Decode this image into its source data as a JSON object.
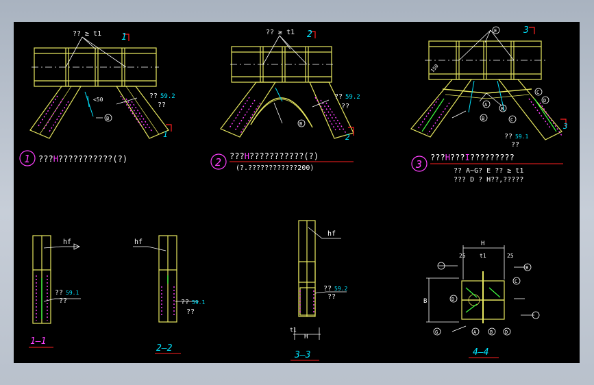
{
  "colors": {
    "background": "#000000",
    "frame": "#b8c0cb",
    "steel": "#e8e860",
    "cyan": "#00e5ff",
    "white": "#ffffff",
    "magenta": "#ff40ff",
    "red": "#ff2020",
    "green": "#40ff40"
  },
  "details": [
    {
      "num": "1",
      "section": "1",
      "weld_top": "?? ≥ t1",
      "note_code": "59.2",
      "note_q": "??",
      "dim": "<50",
      "circle": "B",
      "caption_a": "???",
      "caption_h": "H",
      "caption_b": "???????????(?)"
    },
    {
      "num": "2",
      "section": "2",
      "weld_top": "?? ≥ t1",
      "note_code": "59.2",
      "note_q": "??",
      "circle": "B",
      "caption_a": "???",
      "caption_h": "H",
      "caption_b": "???????????(?)",
      "caption_line2": "(?.????????????200)"
    },
    {
      "num": "3",
      "section": "3",
      "label_e": "E",
      "note_code": "59.1",
      "note_q": "??",
      "dim": "150",
      "circles": [
        "A",
        "B",
        "C",
        "C",
        "D",
        "B"
      ],
      "caption_a": "???",
      "caption_h": "H",
      "caption_mid": "???",
      "caption_i": "I",
      "caption_b": "?????????",
      "line2": "?? A~G? E ?? ≥ t1",
      "line3": "??? D ? H??,?????"
    }
  ],
  "sections": [
    {
      "label": "1—1",
      "weld": "hf",
      "code": "59.1",
      "q": "??"
    },
    {
      "label": "2—2",
      "weld": "hf",
      "code": "59.1",
      "q": "??"
    },
    {
      "label": "3—3",
      "weld": "hf",
      "code": "59.2",
      "q": "??",
      "dim_h": "H",
      "dim_t": "t1"
    },
    {
      "label": "4—4",
      "dim_h": "H",
      "dim_b": "B",
      "dim_t": "t1",
      "d25": "25",
      "circles": [
        "B",
        "C",
        "D",
        "A",
        "B",
        "D",
        "G"
      ]
    }
  ]
}
